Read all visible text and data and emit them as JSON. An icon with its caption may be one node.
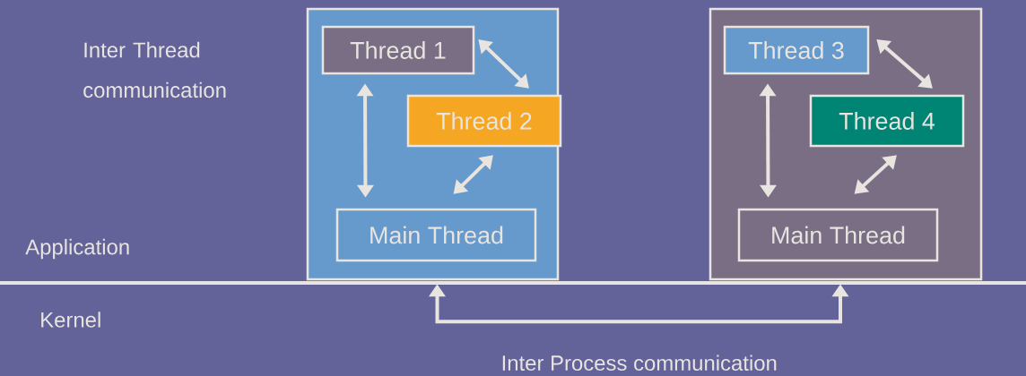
{
  "diagram": {
    "nodes": [
      {
        "text": [],
        "shape": "box"
      },
      {
        "text": [
          "Thread 1"
        ],
        "in": 0
      },
      {
        "text": [
          "Thread 2"
        ],
        "in": 0
      },
      {
        "text": [
          "Main Thread"
        ],
        "in": 0
      },
      {
        "text": [],
        "shape": "box"
      },
      {
        "text": [
          "Thread 3"
        ],
        "in": 4
      },
      {
        "text": [
          "Thread 4"
        ],
        "in": 4
      },
      {
        "text": [
          "Main Thread"
        ],
        "in": 4
      }
    ],
    "edges": [
      {
        "from": 1,
        "to": 2,
        "arrow": "both"
      },
      {
        "from": 1,
        "to": 3,
        "arrow": "both"
      },
      {
        "from": 2,
        "to": 3,
        "arrow": "both"
      },
      {
        "from": 5,
        "to": 6,
        "arrow": "both"
      },
      {
        "from": 5,
        "to": 7,
        "arrow": "both"
      },
      {
        "from": 6,
        "to": 7,
        "arrow": "both"
      },
      {
        "from": 0,
        "to": 4,
        "arrow": "both",
        "label": "Inter Process communication"
      }
    ],
    "labels": [
      "Inter Thread communication",
      "Application",
      "Kernel"
    ]
  }
}
